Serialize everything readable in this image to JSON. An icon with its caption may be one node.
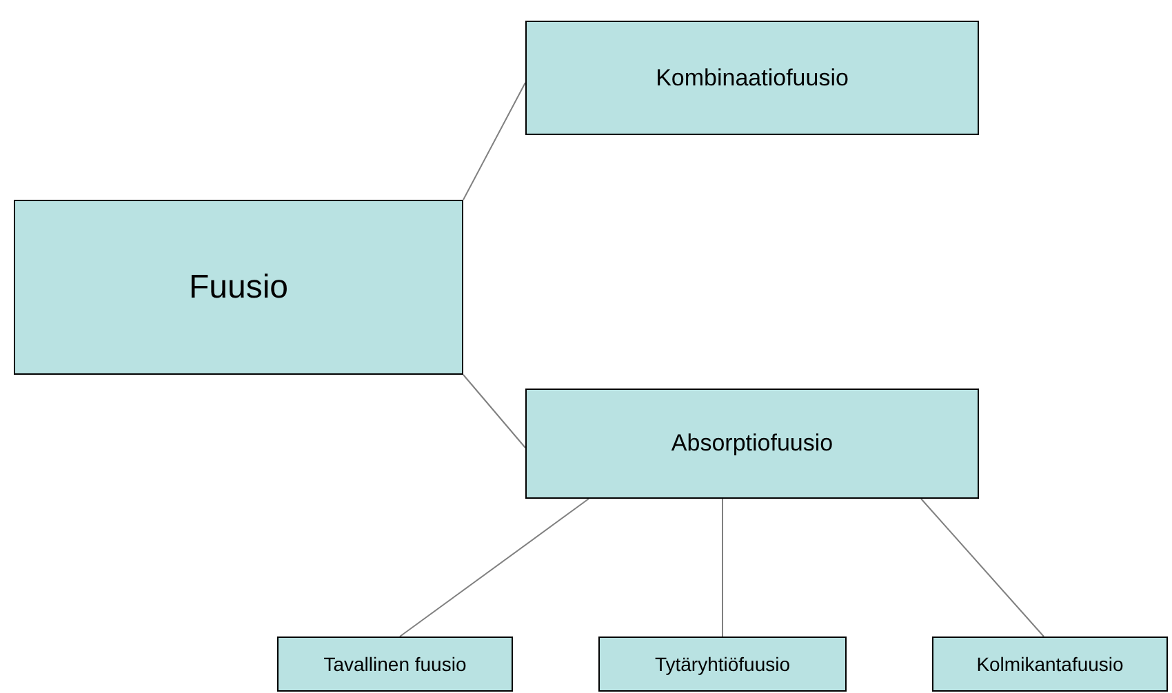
{
  "diagram": {
    "nodes": [
      {
        "text": [
          "Fuusio"
        ]
      },
      {
        "text": [
          "Kombinaatiofuusio"
        ]
      },
      {
        "text": [
          "Absorptiofuusio"
        ]
      },
      {
        "text": [
          "Tavallinen fuusio"
        ]
      },
      {
        "text": [
          "Tytäryhtiöfuusio"
        ]
      },
      {
        "text": [
          "Kolmikantafuusio"
        ]
      }
    ],
    "edges": [
      {
        "from": 0,
        "to": 1,
        "arrow": "none"
      },
      {
        "from": 0,
        "to": 2,
        "arrow": "none"
      },
      {
        "from": 2,
        "to": 3,
        "arrow": "none"
      },
      {
        "from": 2,
        "to": 4,
        "arrow": "none"
      },
      {
        "from": 2,
        "to": 5,
        "arrow": "none"
      }
    ]
  }
}
